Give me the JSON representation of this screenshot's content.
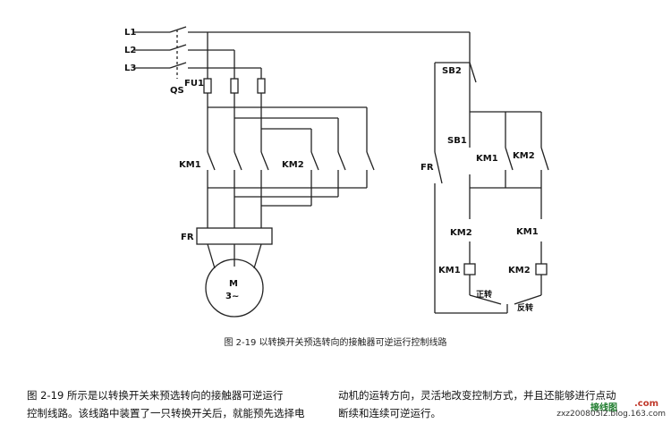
{
  "diagram": {
    "labels": {
      "L1": "L1",
      "L2": "L2",
      "L3": "L3",
      "QS": "QS",
      "FU1": "FU1",
      "KM1_main": "KM1",
      "KM2_main": "KM2",
      "FR_main": "FR",
      "motor_m": "M",
      "motor_phase": "3~",
      "SB2": "SB2",
      "SB1": "SB1",
      "FR_ctrl": "FR",
      "KM1_aux": "KM1",
      "KM2_aux": "KM2",
      "KM2_interlock": "KM2",
      "KM1_interlock": "KM1",
      "KM1_coil": "KM1",
      "KM2_coil": "KM2",
      "forward": "正转",
      "reverse": "反转"
    }
  },
  "caption": "图 2-19   以转换开关预选转向的接触器可逆运行控制线路",
  "paragraph_left": [
    "图 2-19 所示是以转换开关来预选转向的接触器可逆运行",
    "控制线路。该线路中装置了一只转换开关后，就能预先选择电"
  ],
  "paragraph_right": [
    "动机的运转方向，灵活地改变控制方式，并且还能够进行点动",
    "断续和连续可逆运行。"
  ],
  "footer": {
    "url": "zxz200805l2.blog.163.com",
    "brand": "接线图",
    "brand_suffix": ".com"
  }
}
